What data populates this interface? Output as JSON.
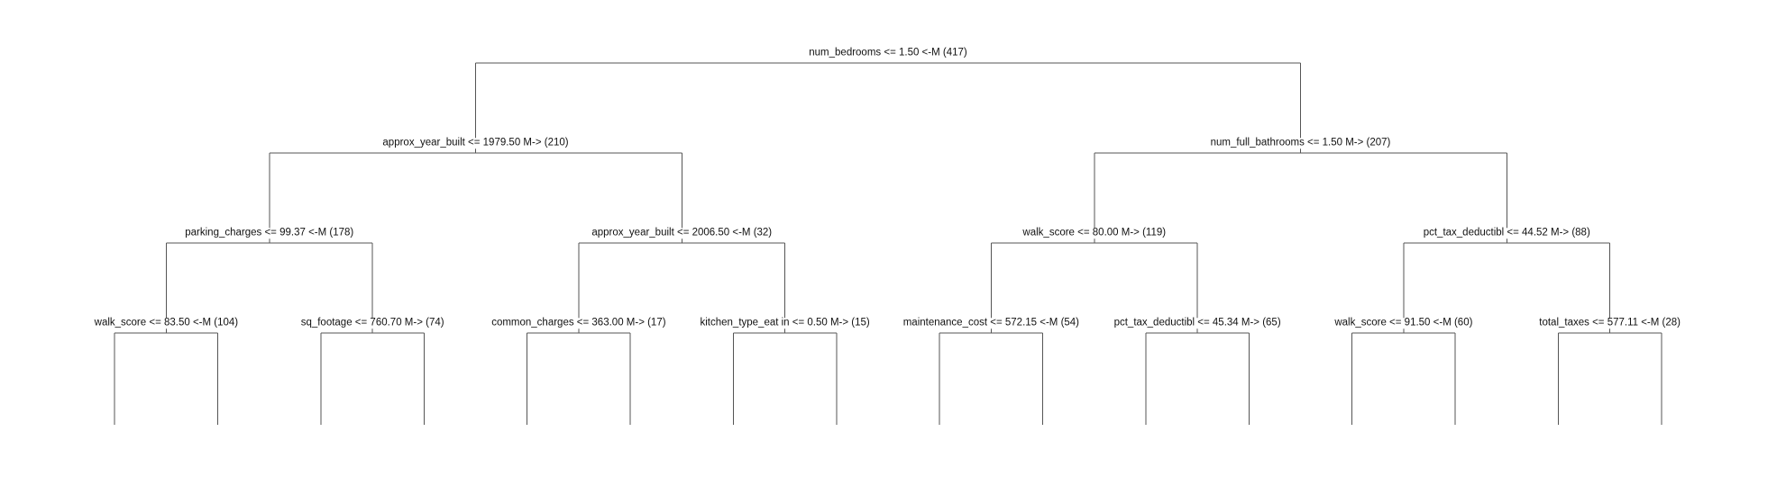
{
  "tree": {
    "root": {
      "label": "num_bedrooms <= 1.50 <-M (417)",
      "left": {
        "label": "approx_year_built <= 1979.50 M-> (210)",
        "left": {
          "label": "parking_charges <= 99.37 <-M (178)",
          "left": {
            "label": "walk_score <= 83.50 <-M (104)"
          },
          "right": {
            "label": "sq_footage <= 760.70 M-> (74)"
          }
        },
        "right": {
          "label": "approx_year_built <= 2006.50 <-M (32)",
          "left": {
            "label": "common_charges <= 363.00 M-> (17)"
          },
          "right": {
            "label": "kitchen_type_eat in <= 0.50 M-> (15)"
          }
        }
      },
      "right": {
        "label": "num_full_bathrooms <= 1.50 M-> (207)",
        "left": {
          "label": "walk_score <= 80.00 M-> (119)",
          "left": {
            "label": "maintenance_cost <= 572.15 <-M (54)"
          },
          "right": {
            "label": "pct_tax_deductibl <= 45.34 M-> (65)"
          }
        },
        "right": {
          "label": "pct_tax_deductibl <= 44.52 M-> (88)",
          "left": {
            "label": "walk_score <= 91.50 <-M (60)"
          },
          "right": {
            "label": "total_taxes <= 577.11 <-M (28)"
          }
        }
      }
    }
  }
}
